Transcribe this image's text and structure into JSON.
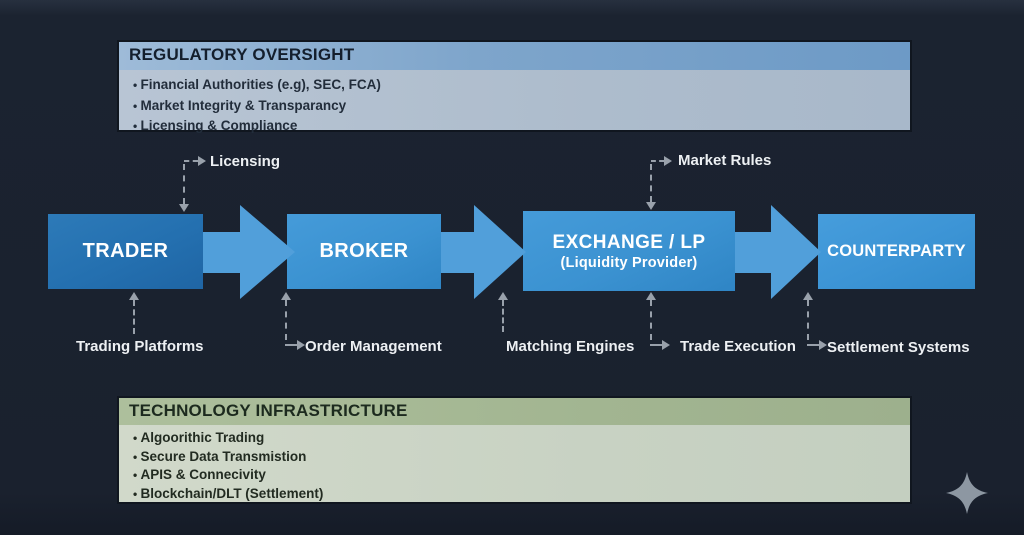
{
  "panels": {
    "regulatory": {
      "title": "REGULATORY OVERSIGHT",
      "items": [
        "Financial Authorities (e.g), SEC, FCA)",
        "Market Integrity & Transparancy",
        "Licensing & Compliance"
      ]
    },
    "technology": {
      "title": "TECHNOLOGY INFRASTRICTURE",
      "items": [
        "Algoorithic Trading",
        "Secure Data Transmistion",
        "APIS & Connecivity",
        "Blockchain/DLT (Settlement)"
      ]
    }
  },
  "flow": {
    "nodes": [
      {
        "label": "TRADER"
      },
      {
        "label": "BROKER"
      },
      {
        "label": "EXCHANGE / LP",
        "sublabel": "(Liquidity Provider)"
      },
      {
        "label": "COUNTERPARTY"
      }
    ]
  },
  "annotations": {
    "licensing": "Licensing",
    "market_rules": "Market Rules",
    "trading_platforms": "Trading Platforms",
    "order_management": "Order Management",
    "matching_engines": "Matching Engines",
    "trade_execution": "Trade Execution",
    "settlement_systems": "Settlement Systems"
  },
  "icons": {
    "sparkle": "four-point-star"
  },
  "colors": {
    "background": "#1a212e",
    "node_dark_blue": "#2470b0",
    "node_blue": "#3b92d1",
    "arrow_blue": "#519fda",
    "reg_header": "#7ea5cb",
    "reg_body": "#adbccc",
    "tech_header": "#a2b591",
    "tech_body": "#c8d2c3",
    "connector_gray": "#99a1ab",
    "label_text": "#edf0f3"
  }
}
